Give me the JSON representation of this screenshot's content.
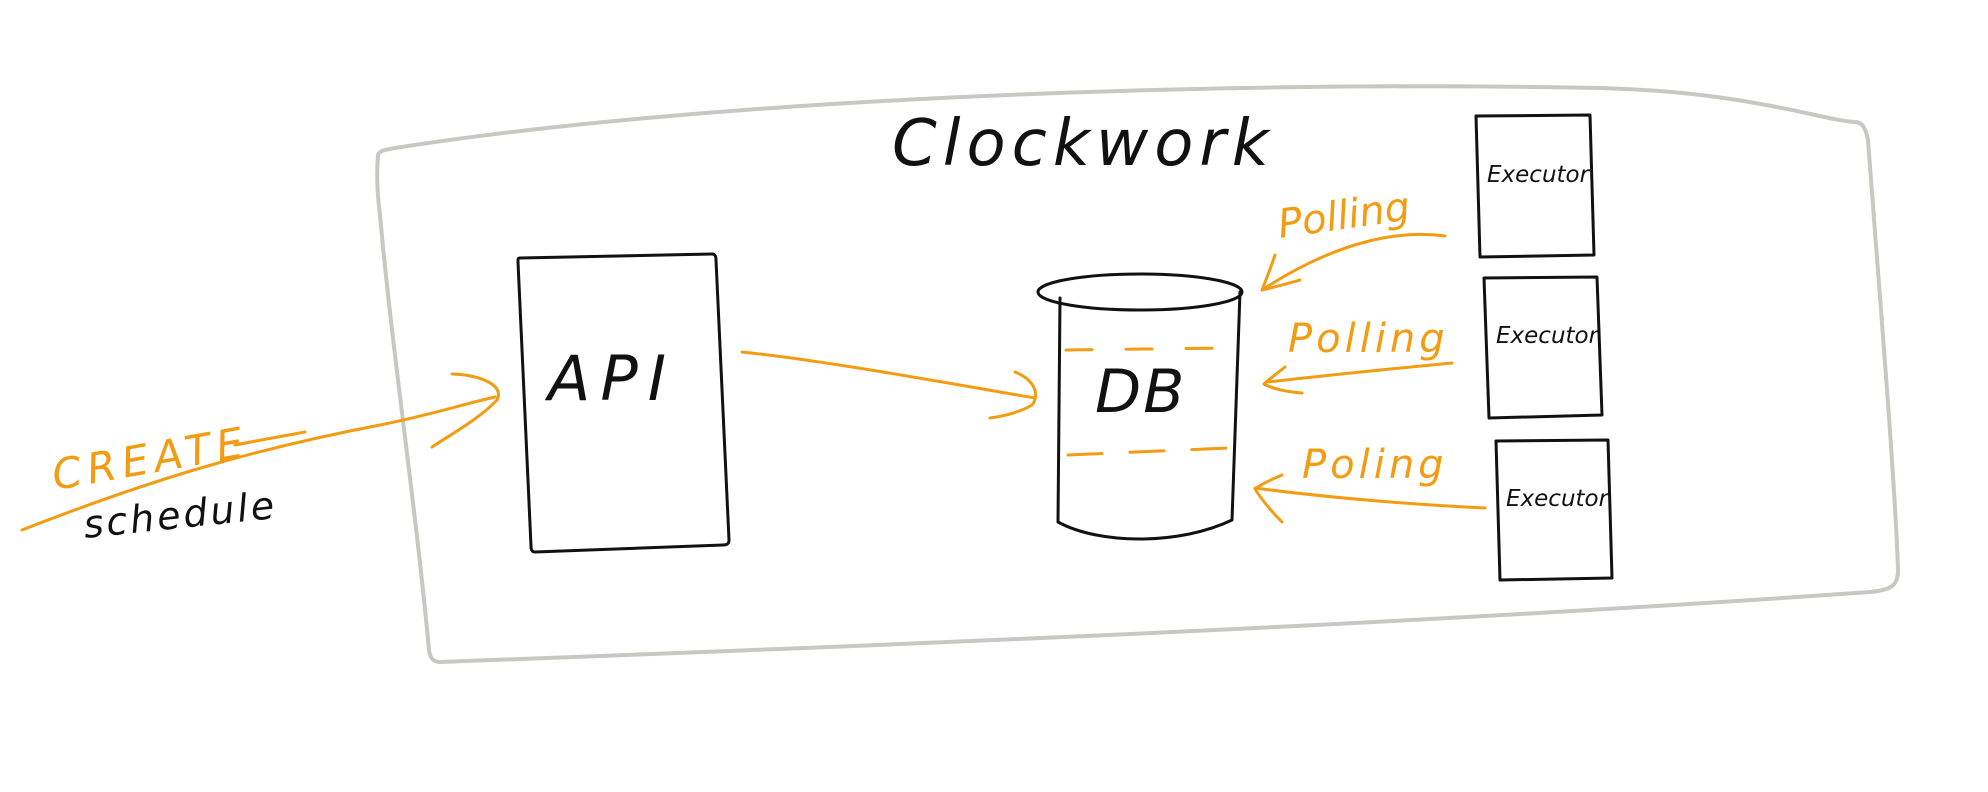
{
  "diagram": {
    "title": "Clockwork",
    "colors": {
      "ink": "#111111",
      "accent": "#f39c12",
      "boundary": "#c8c7c2",
      "background": "#ffffff"
    },
    "request": {
      "label_top": "CREATE",
      "label_bottom": "schedule"
    },
    "api": {
      "label": "API"
    },
    "db": {
      "label": "DB"
    },
    "executors": [
      {
        "label": "Executor",
        "arrow_label": "Polling"
      },
      {
        "label": "Executor",
        "arrow_label": "Polling"
      },
      {
        "label": "Executor",
        "arrow_label": "Poling"
      }
    ]
  }
}
